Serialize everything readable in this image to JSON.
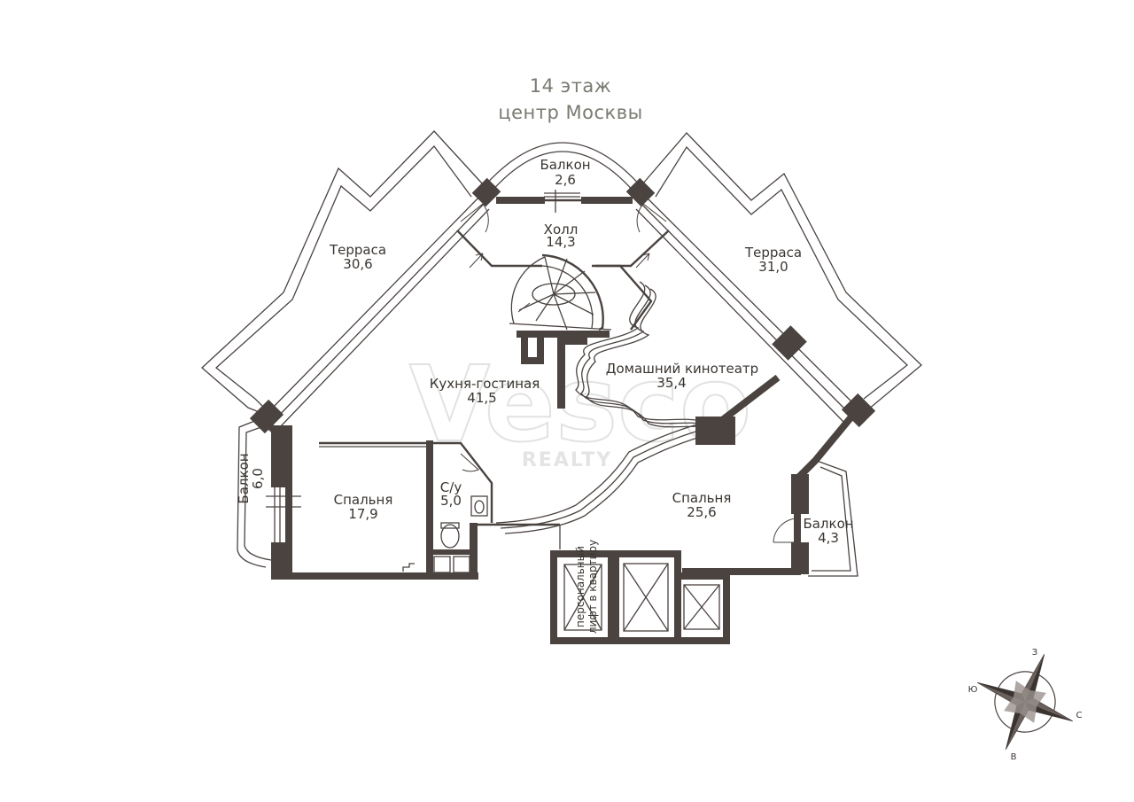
{
  "header": {
    "floor": "14 этаж",
    "location": "центр Москвы"
  },
  "rooms": {
    "balcony_top": {
      "name": "Балкон",
      "area": "2,6"
    },
    "hall": {
      "name": "Холл",
      "area": "14,3"
    },
    "terrace_left": {
      "name": "Терраса",
      "area": "30,6"
    },
    "terrace_right": {
      "name": "Терраса",
      "area": "31,0"
    },
    "kitchen_living": {
      "name": "Кухня-гостиная",
      "area": "41,5"
    },
    "home_theater": {
      "name": "Домашний кинотеатр",
      "area": "35,4"
    },
    "balcony_left": {
      "name": "Балкон",
      "area": "6,0"
    },
    "bedroom_left": {
      "name": "Спальня",
      "area": "17,9"
    },
    "bathroom": {
      "name": "С/у",
      "area": "5,0"
    },
    "bedroom_right": {
      "name": "Спальня",
      "area": "25,6"
    },
    "balcony_right": {
      "name": "Балкон",
      "area": "4,3"
    }
  },
  "elevator_note": {
    "line1": "персональный",
    "line2": "лифт в квартиру"
  },
  "watermark": {
    "brand": "Vesco",
    "sub": "REALTY"
  },
  "compass": {
    "n": "С",
    "s": "Ю",
    "e": "В",
    "w": "З"
  },
  "colors": {
    "wall": "#4a4340",
    "text": "#3a3530",
    "title": "#7a7a72"
  }
}
